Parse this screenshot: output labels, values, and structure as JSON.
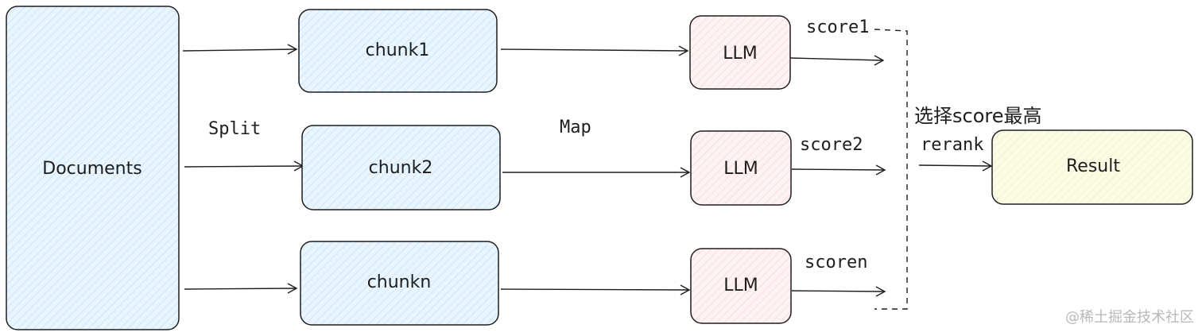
{
  "diagram": {
    "documents": "Documents",
    "chunks": [
      "chunk1",
      "chunk2",
      "chunkn"
    ],
    "llm": "LLM",
    "scores": [
      "score1",
      "score2",
      "scoren"
    ],
    "split_label": "Split",
    "map_label": "Map",
    "select_label": "选择score最高",
    "rerank_label": "rerank",
    "result": "Result",
    "watermark": "@稀土掘金技术社区"
  },
  "colors": {
    "blue_fill": "#e7f5ff",
    "red_fill": "#fff0f0",
    "yellow_fill": "#fcfbe3",
    "stroke": "#1e1e1e",
    "hatch_blue": "#a5d8ff",
    "hatch_red": "#ffc9c9",
    "hatch_yellow": "#f0eeb0"
  }
}
